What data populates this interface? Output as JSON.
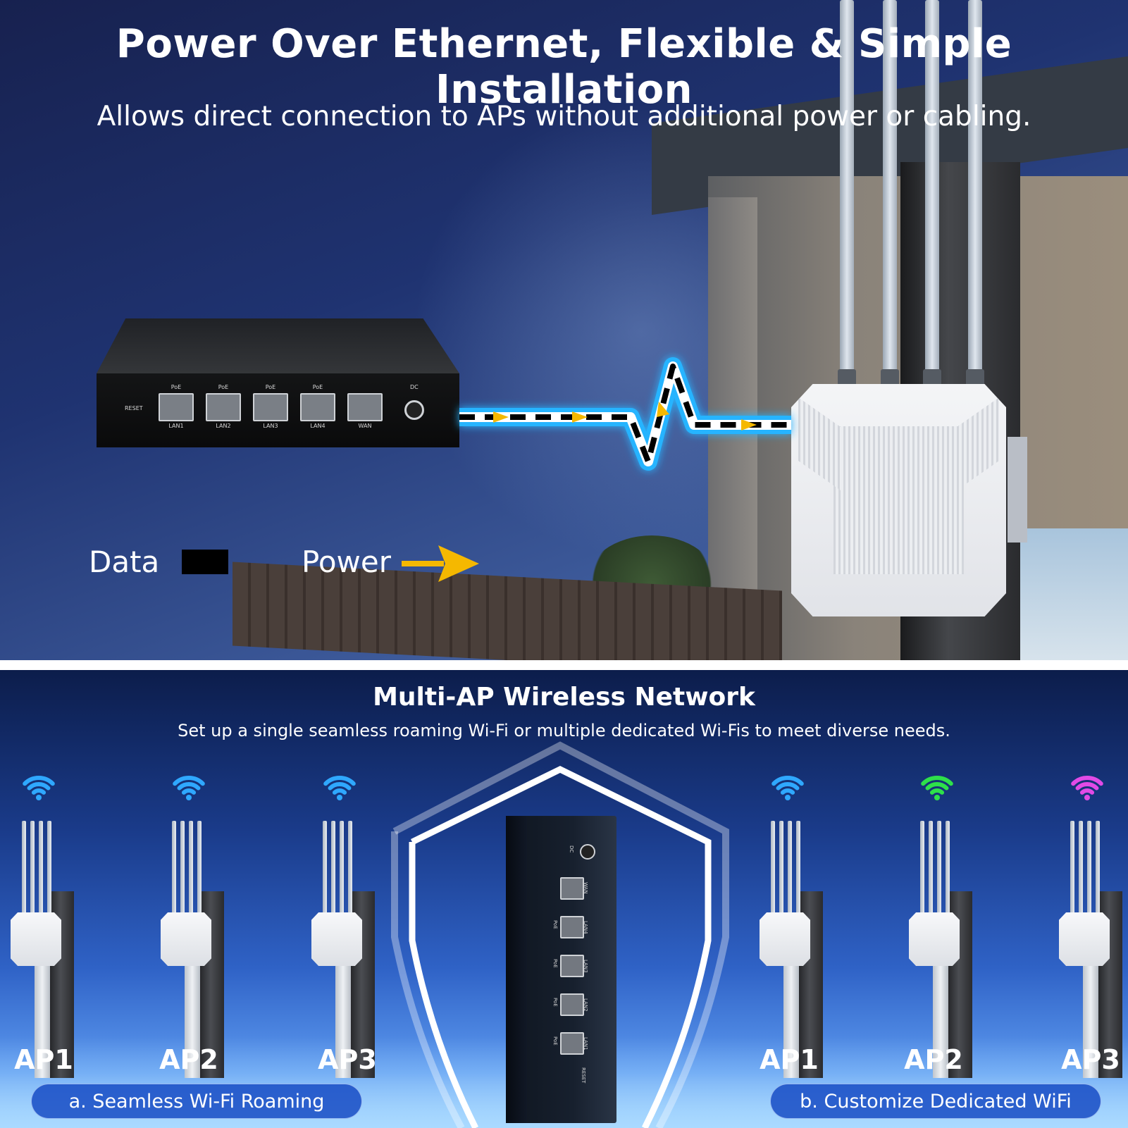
{
  "top": {
    "title": "Power Over Ethernet, Flexible & Simple Installation",
    "subtitle": "Allows direct connection to APs without additional power or cabling.",
    "switch": {
      "reset_label": "RESET",
      "dc_label": "DC",
      "ports": [
        {
          "poe": "PoE",
          "label": "LAN1"
        },
        {
          "poe": "PoE",
          "label": "LAN2"
        },
        {
          "poe": "PoE",
          "label": "LAN3"
        },
        {
          "poe": "PoE",
          "label": "LAN4"
        },
        {
          "poe": "",
          "label": "WAN"
        }
      ]
    },
    "legend": {
      "data_label": "Data",
      "power_label": "Power"
    }
  },
  "bottom": {
    "title": "Multi-AP Wireless Network",
    "subtitle": "Set up a single seamless roaming Wi-Fi or multiple dedicated Wi-Fis to meet diverse needs.",
    "switch": {
      "dc_label": "DC",
      "reset_label": "RESET",
      "ports": [
        {
          "poe": "",
          "label": "WAN"
        },
        {
          "poe": "PoE",
          "label": "LAN4"
        },
        {
          "poe": "PoE",
          "label": "LAN3"
        },
        {
          "poe": "PoE",
          "label": "LAN2"
        },
        {
          "poe": "PoE",
          "label": "LAN1"
        }
      ]
    },
    "left_group": {
      "caption": "a. Seamless Wi-Fi Roaming",
      "aps": [
        {
          "label": "AP1",
          "wifi_color": "#2fa8ff"
        },
        {
          "label": "AP2",
          "wifi_color": "#2fa8ff"
        },
        {
          "label": "AP3",
          "wifi_color": "#2fa8ff"
        }
      ]
    },
    "right_group": {
      "caption": "b. Customize Dedicated WiFi",
      "aps": [
        {
          "label": "AP1",
          "wifi_color": "#2fa8ff"
        },
        {
          "label": "AP2",
          "wifi_color": "#2ee04a"
        },
        {
          "label": "AP3",
          "wifi_color": "#e24ae6"
        }
      ]
    }
  },
  "colors": {
    "cable_glow": "#27b4ff",
    "power_arrow": "#f5b800",
    "data_swatch": "#000000"
  }
}
